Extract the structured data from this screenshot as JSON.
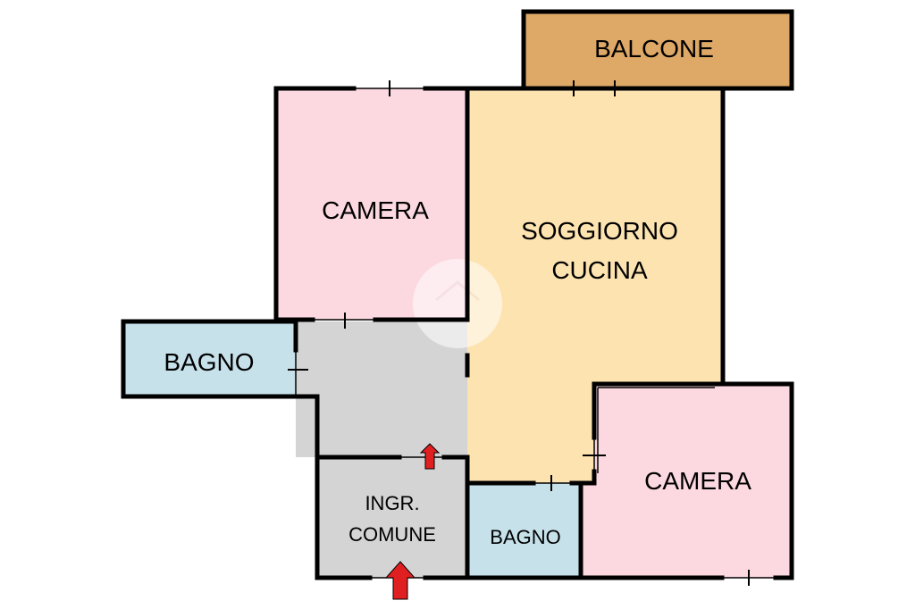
{
  "rooms": {
    "balcone": {
      "label": "BALCONE",
      "color": "#dea866"
    },
    "camera_top": {
      "label": "CAMERA",
      "color": "#fcd9e1"
    },
    "soggiorno": {
      "line1": "SOGGIORNO",
      "line2": "CUCINA",
      "color": "#fde3b0"
    },
    "bagno_left": {
      "label": "BAGNO",
      "color": "#c6e1ea"
    },
    "hallway": {
      "color": "#d4d4d4"
    },
    "ingresso": {
      "line1": "INGR.",
      "line2": "COMUNE",
      "color": "#d4d4d4"
    },
    "bagno_bottom": {
      "label": "BAGNO",
      "color": "#c6e1ea"
    },
    "camera_bottom": {
      "label": "CAMERA",
      "color": "#fcd9e1"
    }
  },
  "colors": {
    "wall": "#000000",
    "entrance_arrow": "#e02020"
  },
  "icons": {
    "entrance_arrow": "up-arrow-icon",
    "watermark": "house-logo-watermark"
  }
}
